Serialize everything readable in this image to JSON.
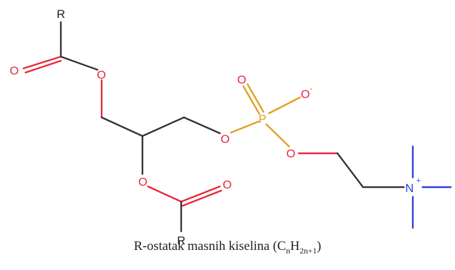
{
  "molecule": {
    "atoms": {
      "r_top": "R",
      "o_carbonyl_1": "O",
      "o_ester_1": "O",
      "o_ester_2": "O",
      "o_carbonyl_2": "O",
      "r_bottom": "R",
      "o_bridge": "O",
      "phosphorus": "P",
      "o_double": "O",
      "o_anion": "O",
      "anion_charge": "-",
      "o_choline": "O",
      "nitrogen": "N",
      "cation_charge": "+"
    },
    "colors": {
      "oxygen": "#e8273a",
      "phosphorus": "#e0a020",
      "nitrogen": "#2a3fd6",
      "carbon_bond": "#333333",
      "label": "#222222"
    }
  },
  "caption": {
    "main": "R-ostatak masnih kiselina (C",
    "sub1": "n",
    "mid": "H",
    "sub2": "2n+1",
    "end": ")"
  }
}
